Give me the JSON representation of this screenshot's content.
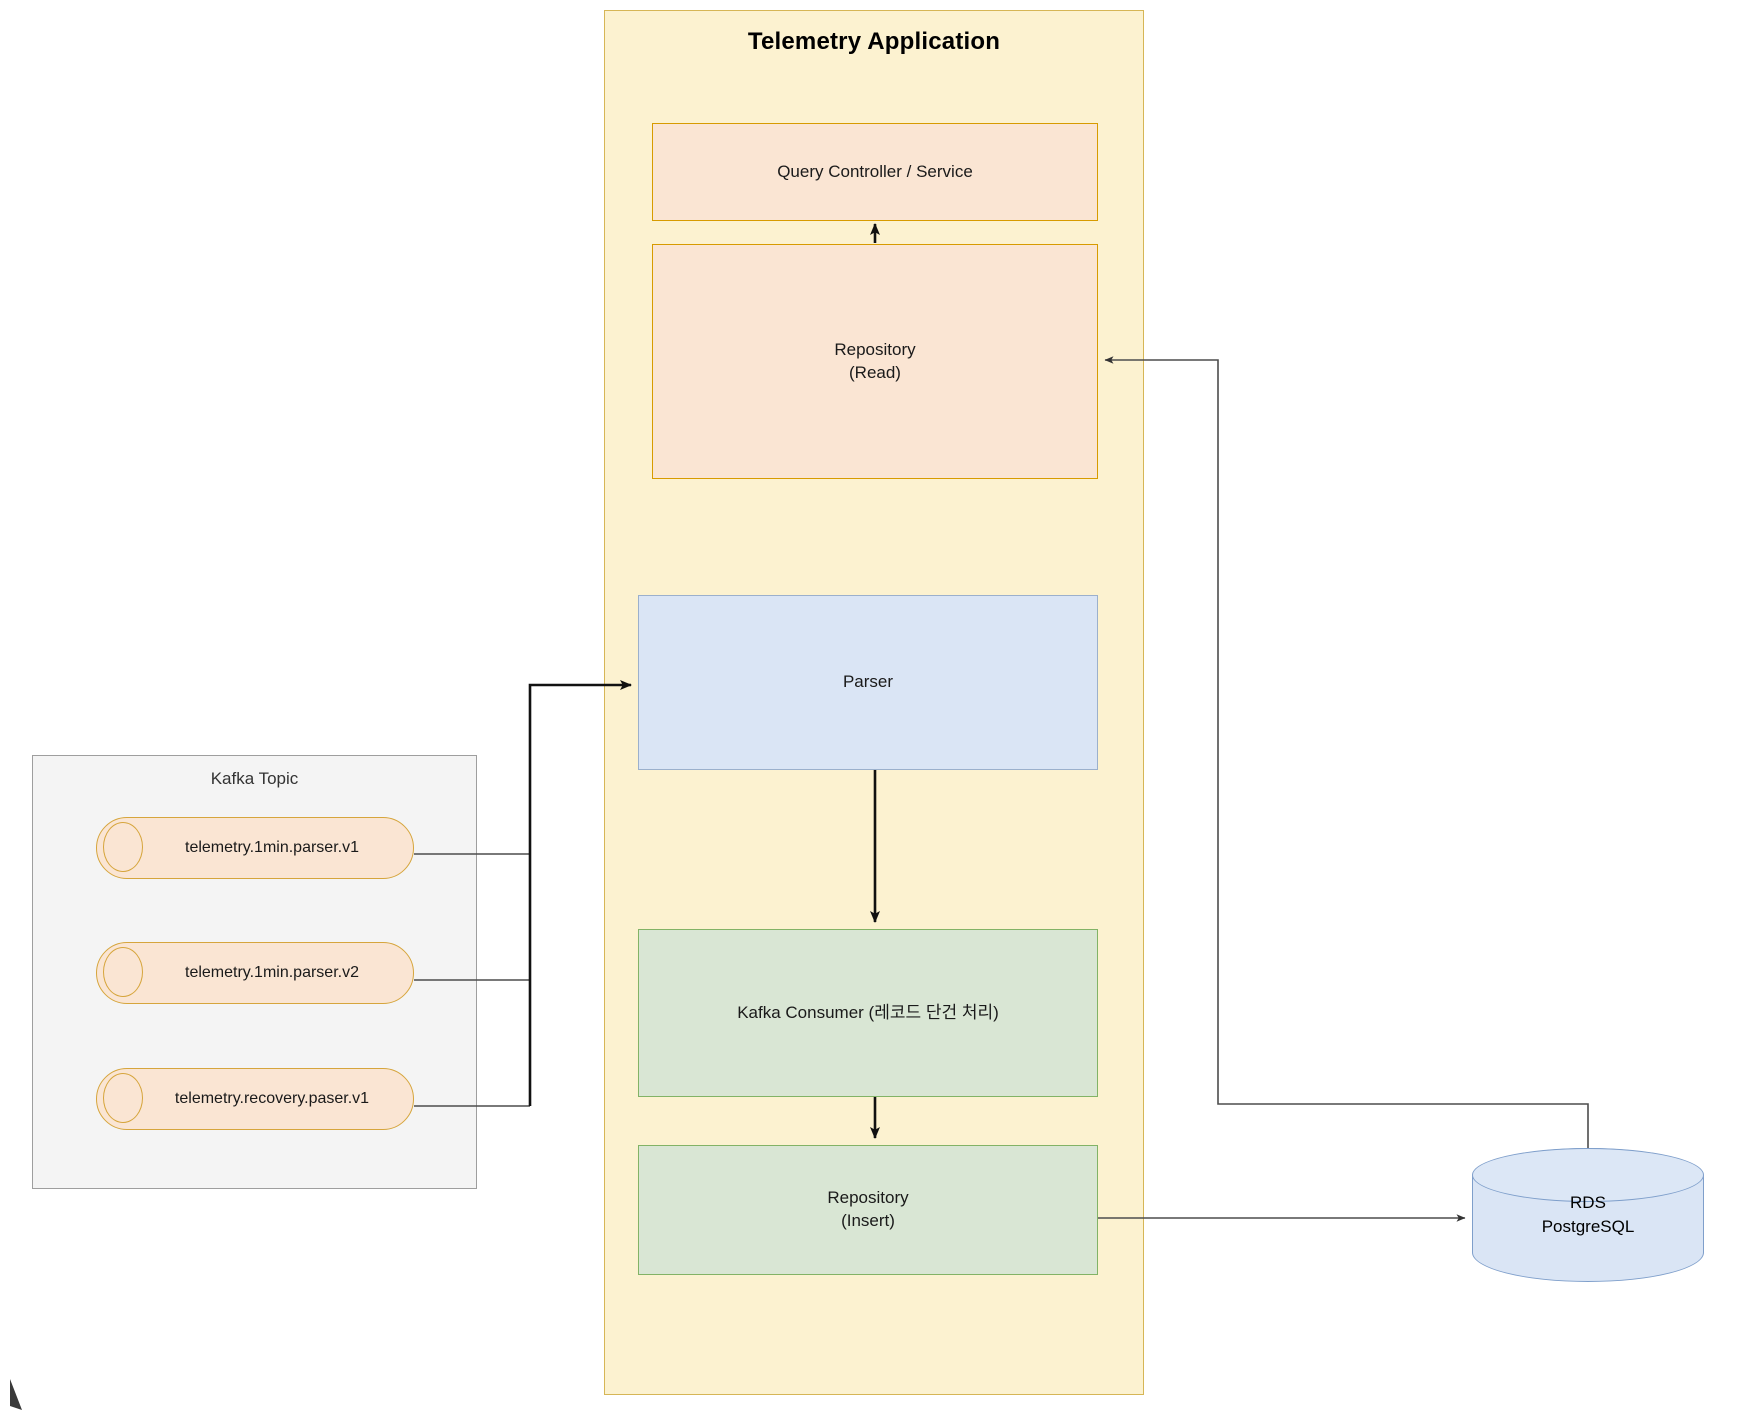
{
  "diagram": {
    "title": "Telemetry Application",
    "type": "architecture-flow-diagram"
  },
  "app": {
    "title": "Telemetry Application",
    "fill": "#fcf2d0",
    "stroke": "#d6b656"
  },
  "nodes": {
    "query_controller": {
      "label": "Query Controller / Service",
      "fill": "#fae5d3",
      "stroke": "#d79b00"
    },
    "repository_read": {
      "label": "Repository\n(Read)",
      "fill": "#fae5d3",
      "stroke": "#d79b00"
    },
    "parser": {
      "label": "Parser",
      "fill": "#dae5f5",
      "stroke": "#9bb0cc"
    },
    "kafka_consumer": {
      "label": "Kafka Consumer (레코드 단건 처리)",
      "fill": "#d9e6d4",
      "stroke": "#82b366"
    },
    "repository_insert": {
      "label": "Repository\n(Insert)",
      "fill": "#d9e6d4",
      "stroke": "#82b366"
    },
    "rds": {
      "label": "RDS\nPostgreSQL",
      "fill": "#dae5f5",
      "stroke": "#7f9fcb"
    }
  },
  "kafka_group": {
    "label": "Kafka Topic",
    "fill": "#f4f4f4",
    "stroke": "#9e9e9e",
    "topics": [
      {
        "label": "telemetry.1min.parser.v1"
      },
      {
        "label": "telemetry.1min.parser.v2"
      },
      {
        "label": "telemetry.recovery.paser.v1"
      }
    ]
  },
  "edges": [
    {
      "from": "repository_read",
      "to": "query_controller",
      "style": "arrow-up"
    },
    {
      "from": "parser",
      "to": "kafka_consumer",
      "style": "arrow-down"
    },
    {
      "from": "kafka_consumer",
      "to": "repository_insert",
      "style": "arrow-down"
    },
    {
      "from": "kafka_group",
      "to": "parser",
      "style": "orthogonal-arrow-right"
    },
    {
      "from": "repository_insert",
      "to": "rds",
      "style": "arrow-right"
    },
    {
      "from": "rds",
      "to": "repository_read",
      "style": "orthogonal-arrow-left"
    }
  ]
}
